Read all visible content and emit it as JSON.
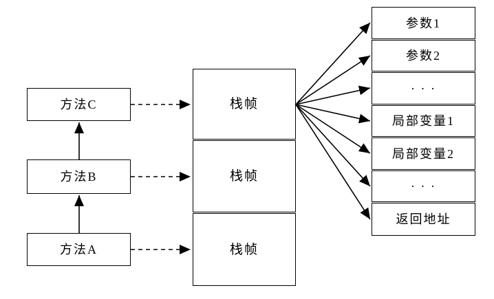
{
  "diagram": {
    "description_labels": {
      "methods": [
        {
          "label": "方法C"
        },
        {
          "label": "方法B"
        },
        {
          "label": "方法A"
        }
      ],
      "frames": [
        {
          "label": "栈帧"
        },
        {
          "label": "栈帧"
        },
        {
          "label": "栈帧"
        }
      ],
      "frame_detail_cells": [
        {
          "label": "参数1"
        },
        {
          "label": "参数2"
        },
        {
          "label": "· · ·"
        },
        {
          "label": "局部变量1"
        },
        {
          "label": "局部变量2"
        },
        {
          "label": "· · ·"
        },
        {
          "label": "返回地址"
        }
      ]
    },
    "colors": {
      "line": "#000000",
      "background": "#ffffff",
      "box_fill": "#ffffff"
    }
  }
}
